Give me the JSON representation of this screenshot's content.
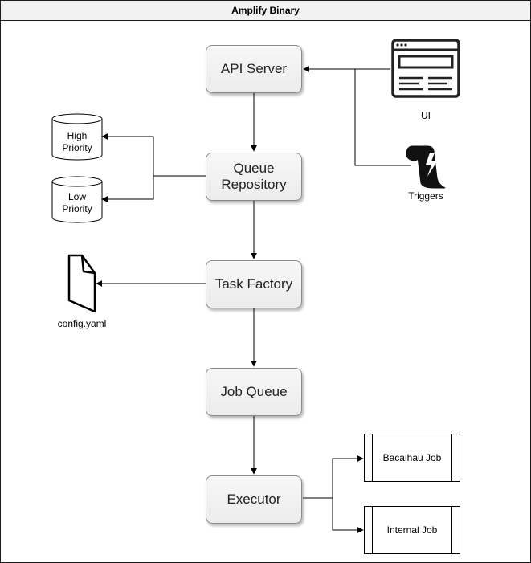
{
  "container": {
    "title": "Amplify Binary"
  },
  "nodes": {
    "api_server": "API Server",
    "queue_repository": "Queue Repository",
    "task_factory": "Task Factory",
    "job_queue": "Job Queue",
    "executor": "Executor"
  },
  "databases": {
    "high_priority": "High Priority",
    "low_priority": "Low Priority"
  },
  "files": {
    "config": "config.yaml"
  },
  "sources": {
    "ui": "UI",
    "triggers": "Triggers"
  },
  "jobs": {
    "bacalhau": "Bacalhau Job",
    "internal": "Internal Job"
  },
  "icons": {
    "ui": "browser-window-icon",
    "triggers": "lightning-scroll-icon",
    "config": "document-file-icon",
    "database": "cylinder-database-icon"
  },
  "colors": {
    "node_fill": "#f2f2f2",
    "node_border": "#8a8a8a",
    "line": "#000000"
  }
}
